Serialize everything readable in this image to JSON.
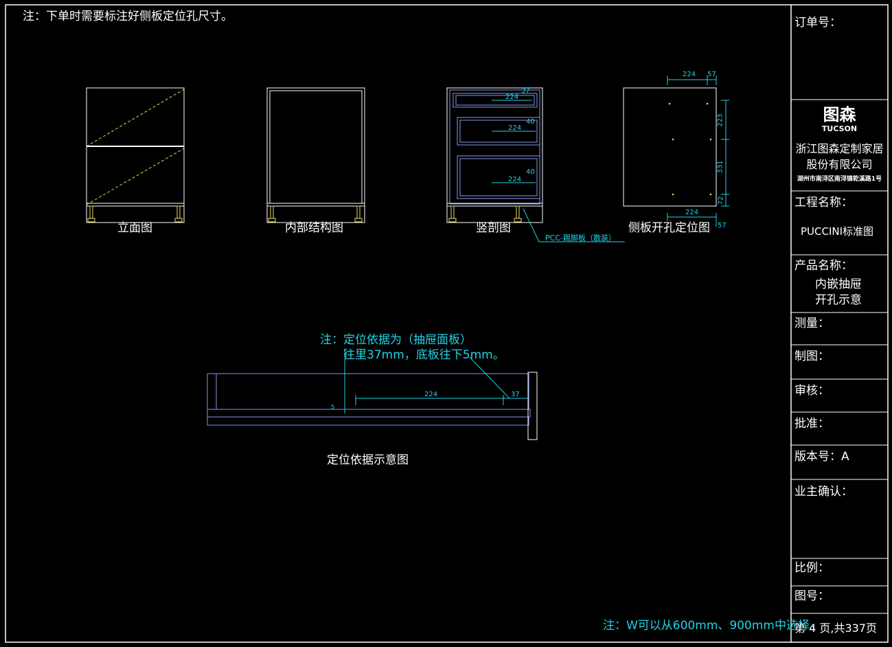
{
  "top_note": "注：下单时需要标注好侧板定位孔尺寸。",
  "views": {
    "elevation": "立面图",
    "internal": "内部结构图",
    "section": "竖剖图",
    "side_holes": "侧板开孔定位图",
    "reference": "定位依据示意图"
  },
  "section_dims": {
    "d1": "224",
    "d1b": "37",
    "d2": "224",
    "d2b": "40",
    "d3": "224",
    "d3b": "40",
    "kick_label": "PCC-踢脚板（散装）"
  },
  "side_dims": {
    "top_a": "224",
    "top_b": "57",
    "bottom_a": "224",
    "bottom_b": "57",
    "v1": "223",
    "v2": "331",
    "v3": "72"
  },
  "reference_note": {
    "line1": "注：定位依据为（抽屉面板）",
    "line2": "往里37mm，底板往下5mm。",
    "dim_a": "224",
    "dim_b": "37",
    "dim_c": "5"
  },
  "bottom_note": "注：W可以从600mm、900mm中选择。",
  "title_block": {
    "order_no": "订单号：",
    "brand_cn": "图森",
    "brand_en": "TUCSON",
    "company_line1": "浙江图森定制家居",
    "company_line2": "股份有限公司",
    "address": "湖州市南浔区南浔镇乾溪路1号",
    "project_label": "工程名称：",
    "project_value": "PUCCINI标准图",
    "product_label": "产品名称：",
    "product_value1": "内嵌抽屉",
    "product_value2": "开孔示意",
    "measure": "测量：",
    "drawn": "制图：",
    "review": "审核：",
    "approve": "批准：",
    "version": "版本号：A",
    "owner": "业主确认：",
    "scale": "比例：",
    "drawing_no": "图号：",
    "page": "第 4 页,共337页"
  },
  "colors": {
    "cyan": "#22d3e6",
    "frame": "#ffffff",
    "yellow": "#e8e05a",
    "blue": "#8899ee"
  }
}
